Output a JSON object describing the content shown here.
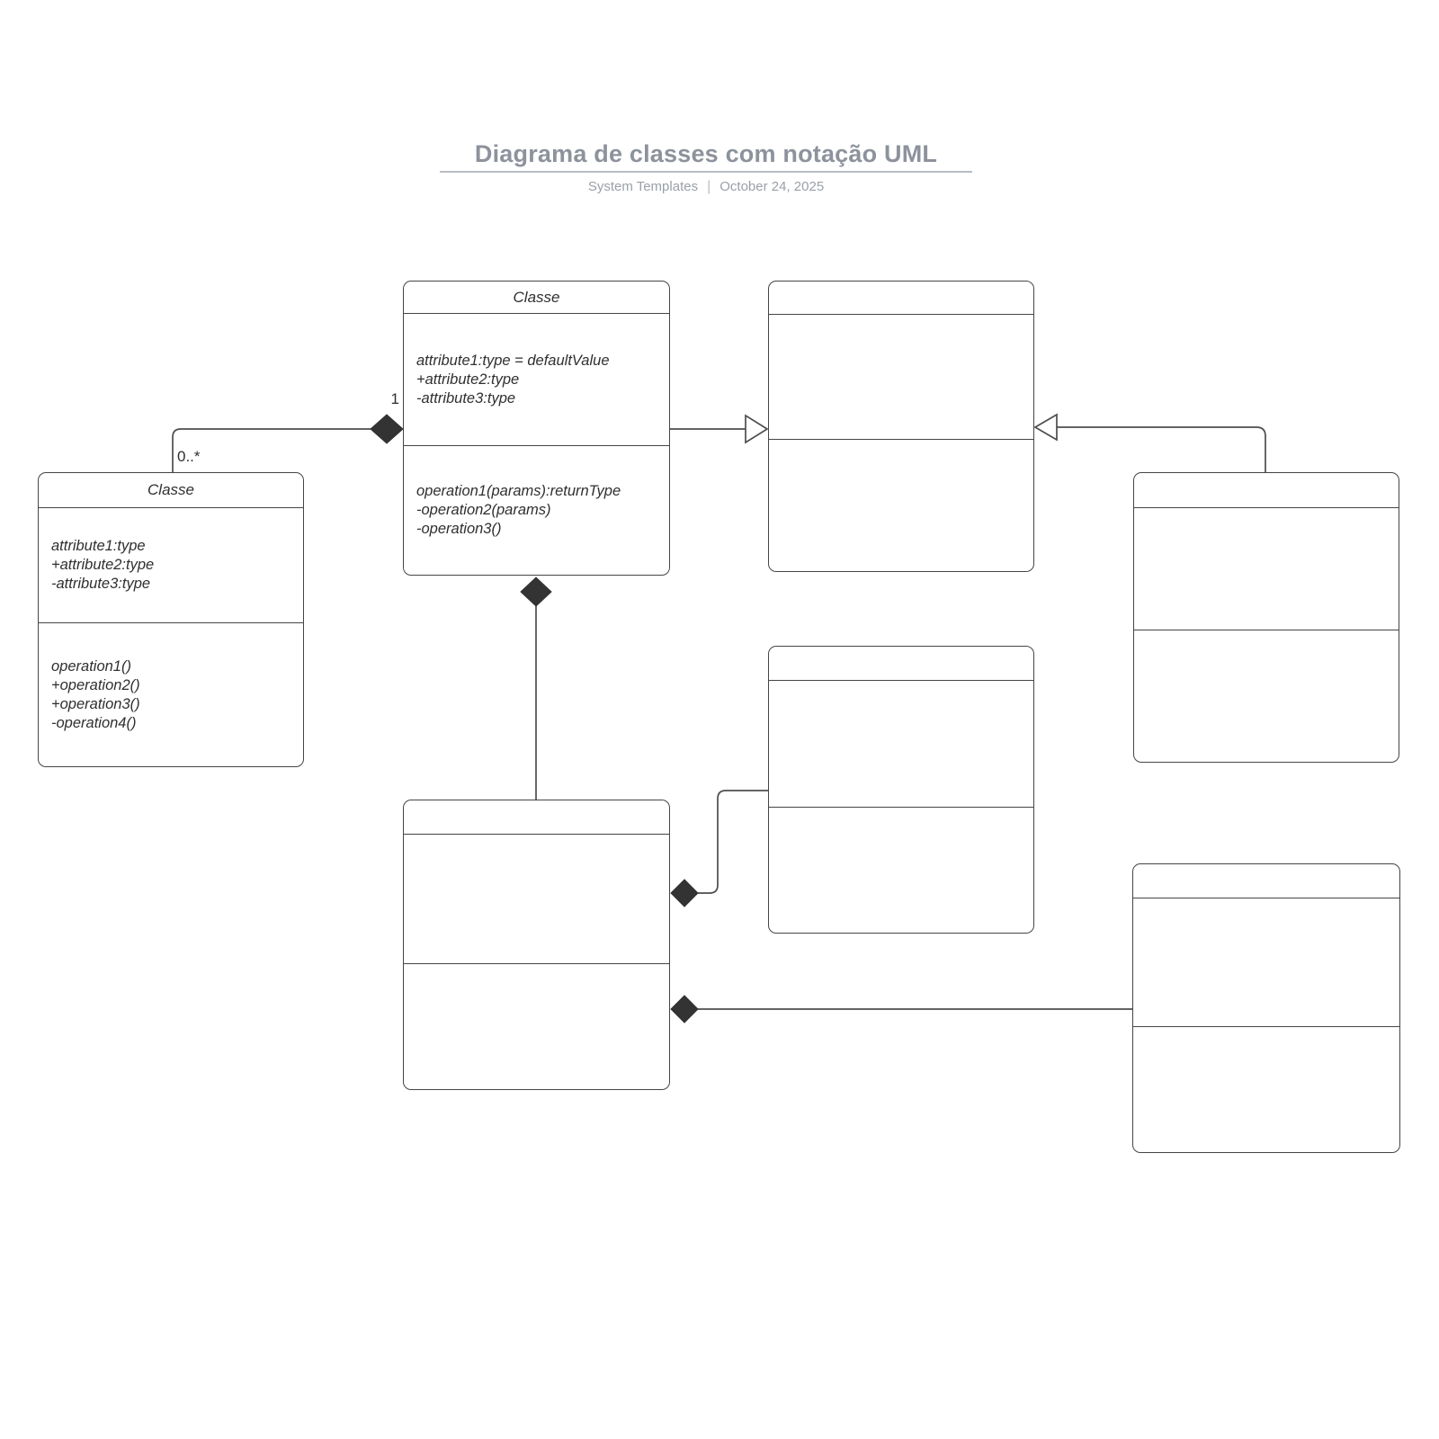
{
  "header": {
    "title": "Diagrama de classes com notação UML",
    "byline": "System Templates",
    "separator": "|",
    "date": "October 24, 2025"
  },
  "labels": {
    "multiplicity_one": "1",
    "multiplicity_many": "0..*"
  },
  "classes": {
    "center": {
      "title": "Classe",
      "attributes": [
        "attribute1:type = defaultValue",
        "+attribute2:type",
        "-attribute3:type"
      ],
      "operations": [
        "operation1(params):returnType",
        "-operation2(params)",
        "-operation3()"
      ]
    },
    "left": {
      "title": "Classe",
      "attributes": [
        "attribute1:type",
        "+attribute2:type",
        "-attribute3:type"
      ],
      "operations": [
        "operation1()",
        "+operation2()",
        "+operation3()",
        "-operation4()"
      ]
    },
    "top_right": {
      "title": "",
      "attributes": [],
      "operations": []
    },
    "right": {
      "title": "",
      "attributes": [],
      "operations": []
    },
    "middle": {
      "title": "",
      "attributes": [],
      "operations": []
    },
    "bottom_center": {
      "title": "",
      "attributes": [],
      "operations": []
    },
    "bottom_right": {
      "title": "",
      "attributes": [],
      "operations": []
    }
  },
  "relationships": [
    {
      "type": "composition",
      "whole": "center",
      "part": "left",
      "whole_label": "1",
      "part_label": "0..*"
    },
    {
      "type": "generalization",
      "child": "center",
      "parent": "top_right"
    },
    {
      "type": "generalization",
      "child": "right",
      "parent": "top_right"
    },
    {
      "type": "composition",
      "whole": "center",
      "part": "bottom_center"
    },
    {
      "type": "composition",
      "whole": "bottom_center",
      "part": "middle"
    },
    {
      "type": "composition",
      "whole": "bottom_center",
      "part": "bottom_right"
    }
  ],
  "colors": {
    "box_stroke": "#454545",
    "connector_stroke": "#4d4d4d",
    "diamond_fill": "#333333",
    "class_text": "#2f2f2f",
    "title_text": "#8d929c",
    "subtitle_text": "#9aa0a8",
    "title_rule": "#b9bdc4",
    "background": "#ffffff"
  }
}
